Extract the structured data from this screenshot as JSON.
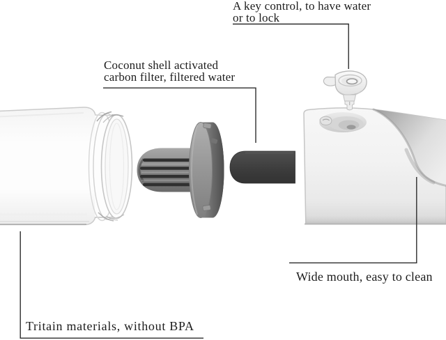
{
  "figure": {
    "kind": "exploded product diagram",
    "subject": "filter water bottle with key-lock valve"
  },
  "callouts": {
    "key_control": {
      "lines": [
        "A key control, to have water",
        "or to lock"
      ]
    },
    "carbon_filter": {
      "lines": [
        "Coconut shell activated",
        "carbon filter, filtered water"
      ]
    },
    "wide_mouth": {
      "lines": [
        "Wide mouth, easy to clean"
      ]
    },
    "material": {
      "lines": [
        "Tritain materials, without BPA"
      ]
    }
  },
  "parts": [
    "clear-bottle-body",
    "filter-plug",
    "activated-carbon-filter",
    "wide-mouth-head",
    "key-valve"
  ],
  "colors": {
    "background": "#ffffff",
    "text": "#1c1c1c",
    "leader_line": "#2d2d2d",
    "carbon_filter": "#3a3a3a",
    "plug_gray": "#8f8f8f",
    "bottle_outline": "#cdcdcd",
    "head_shell": "#f2f2f2"
  }
}
